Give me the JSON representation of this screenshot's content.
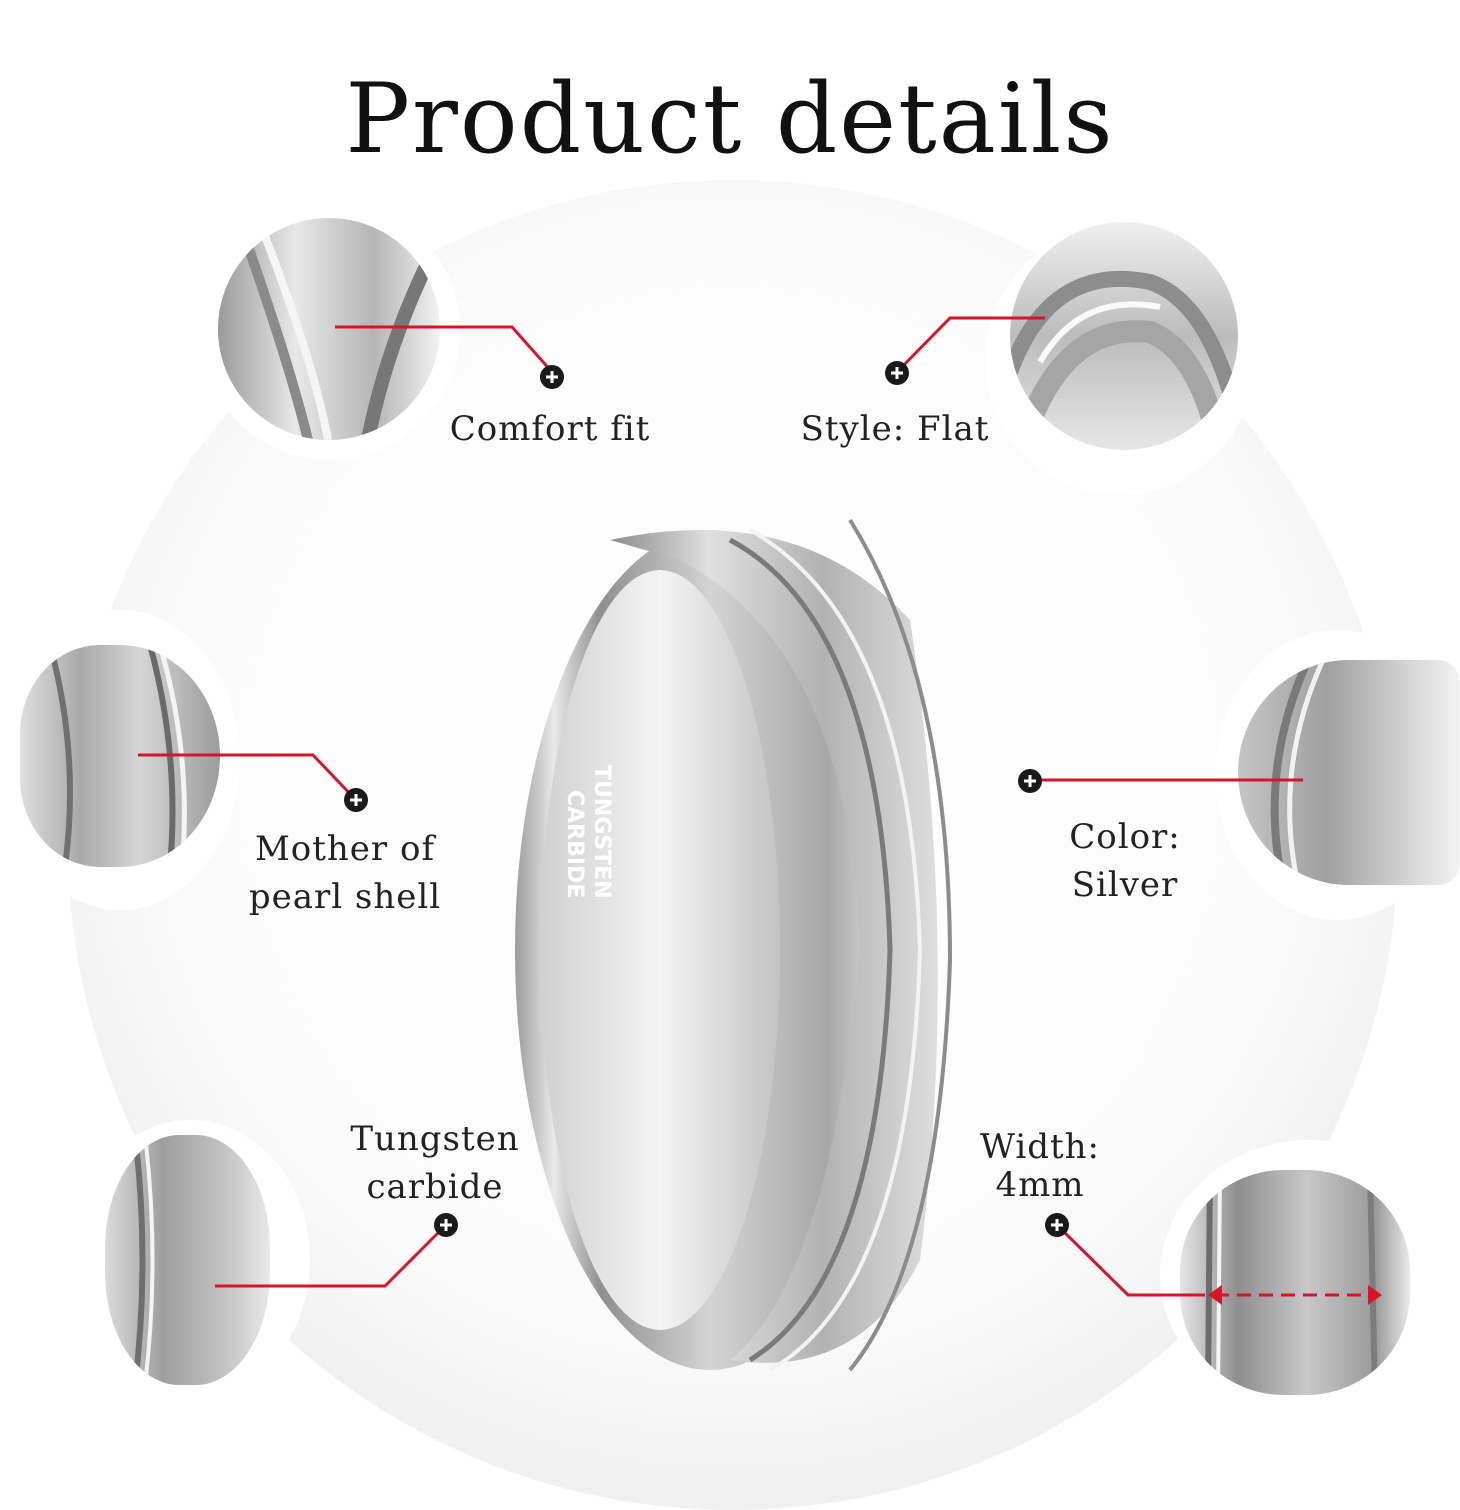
{
  "header": {
    "title": "Product details"
  },
  "features": {
    "comfort_fit": "Comfort fit",
    "style": "Style: Flat",
    "material_inlay_line1": "Mother of",
    "material_inlay_line2": "pearl shell",
    "color_line1": "Color:",
    "color_line2": "Silver",
    "metal_line1": "Tungsten",
    "metal_line2": "carbide",
    "width_line1": "Width:",
    "width_line2": "4mm"
  },
  "ring_engraving": {
    "line1": "TUNGSTEN",
    "line2": "CARBIDE"
  },
  "colors": {
    "accent": "#d7142a",
    "marker": "#1a1a1a",
    "metal": "#c9c9c9"
  },
  "icons": [
    "plus-marker-icon",
    "width-arrow-icon"
  ]
}
